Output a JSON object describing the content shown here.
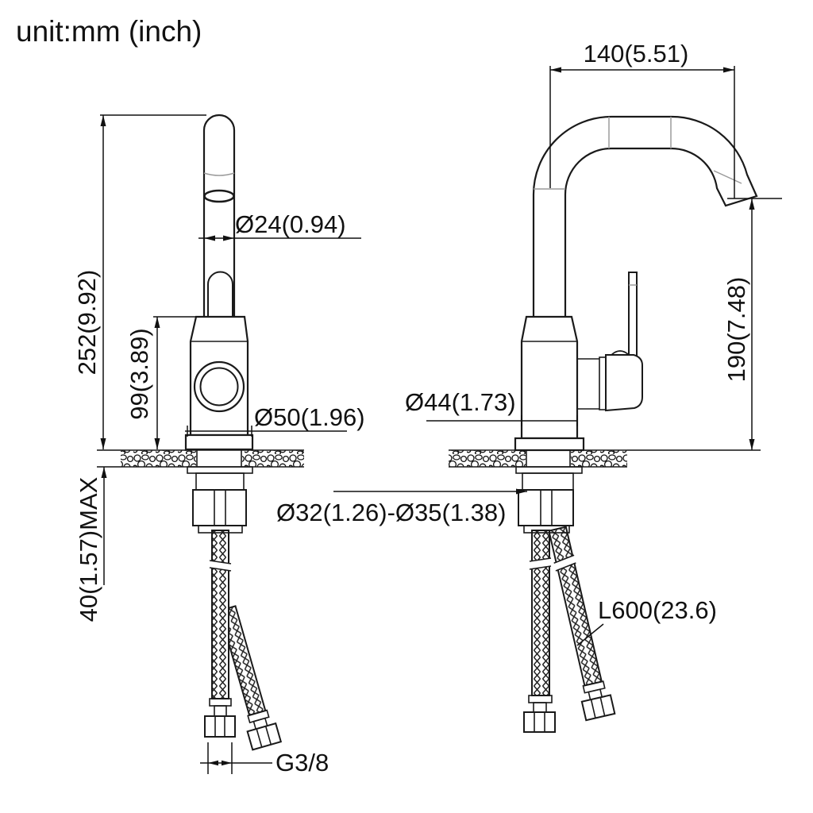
{
  "drawing": {
    "unit_label": "unit:mm (inch)",
    "dimensions": {
      "spout_reach": "140(5.51)",
      "spout_outer_diameter": "Ø24(0.94)",
      "overall_height": "252(9.92)",
      "body_height": "99(3.89)",
      "base_diameter": "Ø50(1.96)",
      "body_diameter": "Ø44(1.73)",
      "spout_height": "190(7.48)",
      "deck_thickness_max": "40(1.57)MAX",
      "hole_diameter_range": "Ø32(1.26)-Ø35(1.38)",
      "hose_length": "L600(23.6)",
      "thread_size": "G3/8"
    },
    "colors": {
      "line": "#1a1a1a",
      "seam": "#9a9a9a",
      "background": "#ffffff"
    }
  }
}
